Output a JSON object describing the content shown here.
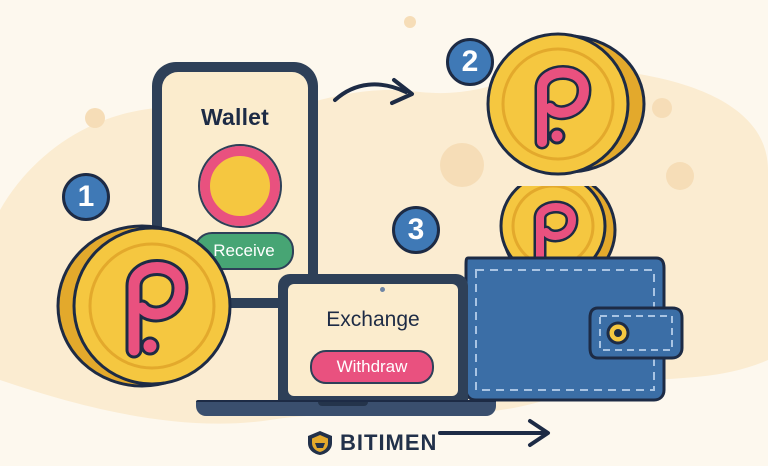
{
  "phone": {
    "title": "Wallet",
    "button_label": "Receive"
  },
  "laptop": {
    "title": "Exchange",
    "button_label": "Withdraw"
  },
  "steps": [
    "1",
    "2",
    "3"
  ],
  "brand": {
    "name": "BITIMEN"
  },
  "colors": {
    "background": "#fdf8ee",
    "coin_gold": "#f5c740",
    "coin_symbol": "#e9517f",
    "outline": "#1d2b45",
    "badge_blue": "#3f79b6",
    "receive_green": "#47a574",
    "wallet_blue": "#3b6ea6"
  },
  "icons": [
    "polkadot-coin-icon",
    "arrow-right-icon",
    "wallet-icon",
    "shield-logo-icon"
  ]
}
